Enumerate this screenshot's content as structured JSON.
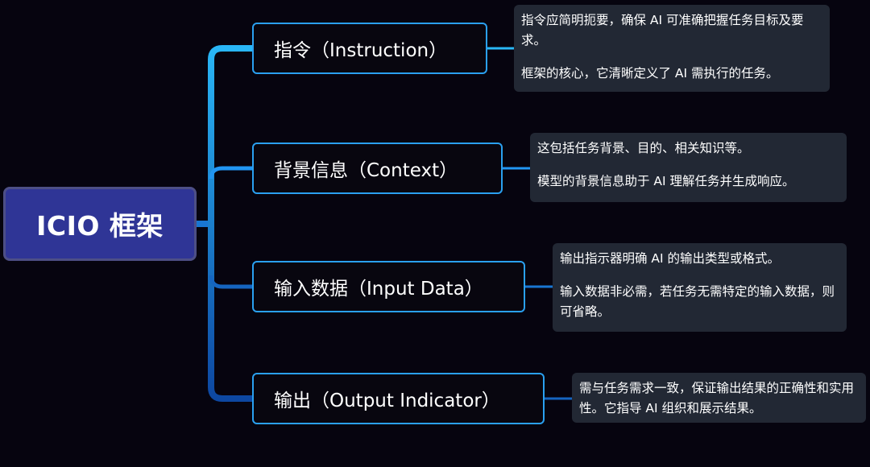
{
  "root": {
    "label": "ICIO 框架"
  },
  "colors": {
    "background": "#06040f",
    "root_fill": "#2f3596",
    "branch_border": "#2aa0f0",
    "connector_top": "#29b6f6",
    "connector_bottom": "#0d47a1",
    "note_fill": "#222834"
  },
  "branches": [
    {
      "label": "指令（Instruction）",
      "notes": [
        "指令应简明扼要，确保 AI 可准确把握任务目标及要求。",
        "框架的核心，它清晰定义了 AI 需执行的任务。"
      ]
    },
    {
      "label": "背景信息（Context）",
      "notes": [
        "这包括任务背景、目的、相关知识等。",
        "模型的背景信息助于 AI 理解任务并生成响应。"
      ]
    },
    {
      "label": "输入数据（Input Data）",
      "notes": [
        "输出指示器明确 AI 的输出类型或格式。",
        "输入数据非必需，若任务无需特定的输入数据，则可省略。"
      ]
    },
    {
      "label": "输出（Output Indicator）",
      "notes": [
        "需与任务需求一致，保证输出结果的正确性和实用性。它指导 AI 组织和展示结果。"
      ]
    }
  ]
}
